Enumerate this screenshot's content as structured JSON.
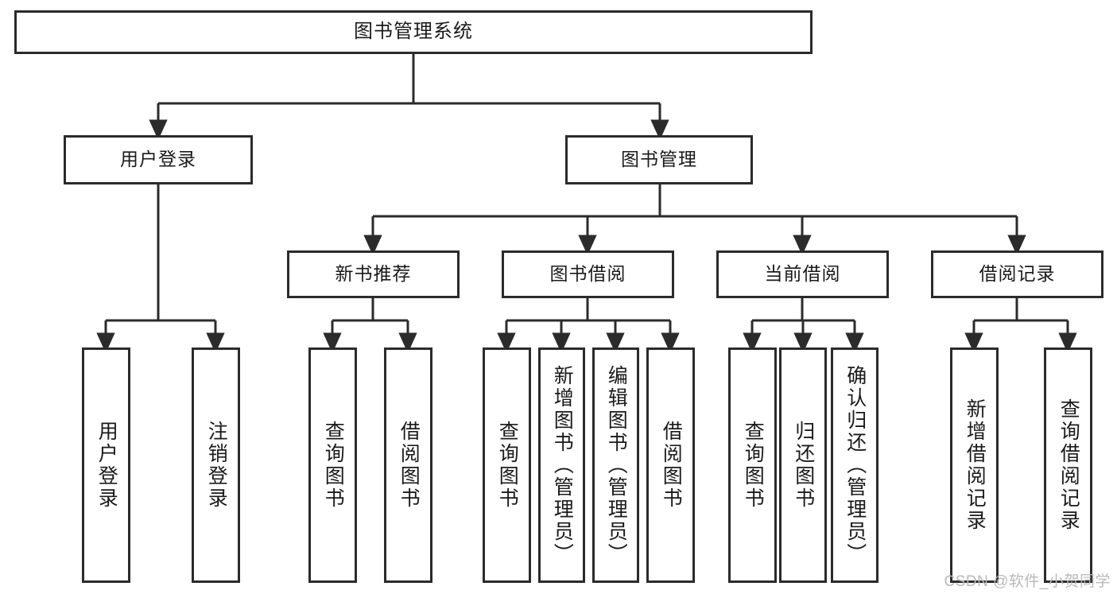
{
  "diagram": {
    "title": "图书管理系统",
    "type": "hierarchy-tree",
    "levels": [
      {
        "level": 1,
        "nodes": [
          {
            "id": "root",
            "label": "图书管理系统",
            "orientation": "horizontal"
          }
        ]
      },
      {
        "level": 2,
        "nodes": [
          {
            "id": "login",
            "label": "用户登录",
            "orientation": "horizontal"
          },
          {
            "id": "bookmgmt",
            "label": "图书管理",
            "orientation": "horizontal"
          }
        ]
      },
      {
        "level": 3,
        "nodes": [
          {
            "id": "newbook",
            "label": "新书推荐",
            "orientation": "horizontal"
          },
          {
            "id": "borrow",
            "label": "图书借阅",
            "orientation": "horizontal"
          },
          {
            "id": "current",
            "label": "当前借阅",
            "orientation": "horizontal"
          },
          {
            "id": "records",
            "label": "借阅记录",
            "orientation": "horizontal"
          }
        ]
      },
      {
        "level": 4,
        "nodes": [
          {
            "id": "leaf1",
            "label": "用户登录",
            "orientation": "vertical",
            "parent": "login"
          },
          {
            "id": "leaf2",
            "label": "注销登录",
            "orientation": "vertical",
            "parent": "login"
          },
          {
            "id": "leaf3",
            "label": "查询图书",
            "orientation": "vertical",
            "parent": "newbook"
          },
          {
            "id": "leaf4",
            "label": "借阅图书",
            "orientation": "vertical",
            "parent": "newbook"
          },
          {
            "id": "leaf5",
            "label": "查询图书",
            "orientation": "vertical",
            "parent": "borrow"
          },
          {
            "id": "leaf6",
            "label": "新增图书（管理员）",
            "orientation": "vertical",
            "parent": "borrow"
          },
          {
            "id": "leaf7",
            "label": "编辑图书（管理员）",
            "orientation": "vertical",
            "parent": "borrow"
          },
          {
            "id": "leaf8",
            "label": "借阅图书",
            "orientation": "vertical",
            "parent": "borrow"
          },
          {
            "id": "leaf9",
            "label": "查询图书",
            "orientation": "vertical",
            "parent": "current"
          },
          {
            "id": "leaf10",
            "label": "归还图书",
            "orientation": "vertical",
            "parent": "current"
          },
          {
            "id": "leaf11",
            "label": "确认归还（管理员）",
            "orientation": "vertical",
            "parent": "current"
          },
          {
            "id": "leaf12",
            "label": "新增借阅记录",
            "orientation": "vertical",
            "parent": "records"
          },
          {
            "id": "leaf13",
            "label": "查询借阅记录",
            "orientation": "vertical",
            "parent": "records"
          }
        ]
      }
    ],
    "colors": {
      "border": "#2b2b2b",
      "background": "#ffffff",
      "text": "#1a1a1a",
      "connector": "#2b2b2b",
      "watermark": "#b9b9b9"
    }
  },
  "watermark": {
    "text": "CSDN @软件_小贺同学"
  }
}
